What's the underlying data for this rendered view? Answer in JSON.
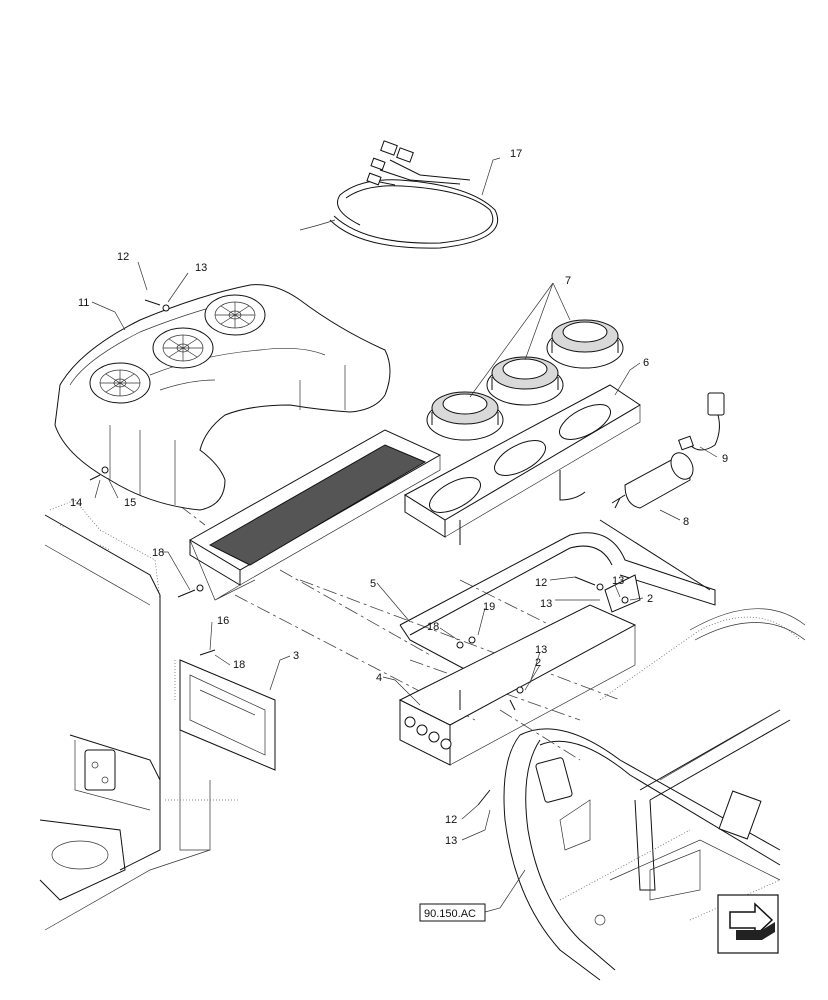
{
  "callouts": [
    "17",
    "12",
    "13",
    "11",
    "7",
    "6",
    "9",
    "8",
    "14",
    "15",
    "18",
    "12",
    "13",
    "2",
    "13",
    "5",
    "19",
    "18",
    "16",
    "18",
    "3",
    "4",
    "13",
    "2",
    "12",
    "13"
  ],
  "reference_label": "90.150.AC",
  "icons": {
    "navigation": "next-page-arrow-icon"
  }
}
